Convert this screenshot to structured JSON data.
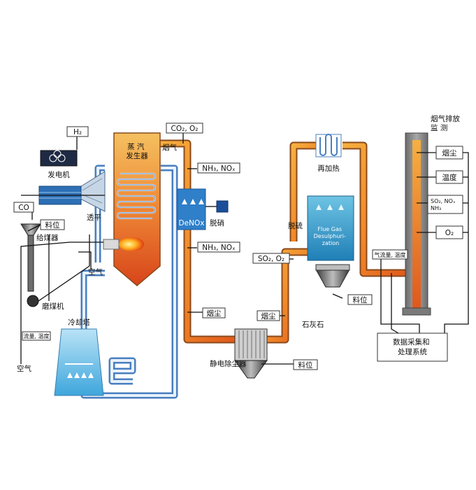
{
  "labels": {
    "h2": "H₂",
    "generator": "发电机",
    "co": "CO",
    "material_level_coal": "料位",
    "coal_feeder": "给煤器",
    "turbine": "透平",
    "air_burner": "空气",
    "coal_mill": "磨煤机",
    "flow_temp_left": "流量, 温度",
    "air_inlet": "空气",
    "cooling_tower": "冷却塔",
    "steam_generator": "蒸 汽\n发生器",
    "flue_gas": "烟气",
    "co_o2": "CO₂, O₂",
    "nh3_nox_1": "NH₃, NOₓ",
    "denox": "DeNOx",
    "denitration": "脱硝",
    "nh3_nox_2": "NH₃, NOₓ",
    "dust_1": "烟尘",
    "esp": "静电除尘器",
    "material_level_esp": "料位",
    "dust_2": "烟尘",
    "so2_o2": "SO₂, O₂",
    "desulfurization": "脱硫",
    "fgd": "Flue Gas\nDesulphuri-\nzation",
    "limestone": "石灰石",
    "material_level_fgd": "料位",
    "reheat": "再加热",
    "flow_temp_right": "气流量, 温度",
    "stack_title": "烟气排放\n监    测",
    "stack_dust": "烟尘",
    "stack_temp": "温度",
    "stack_so2": "SO₂, NOₓ\nNH₃",
    "stack_o2": "O₂",
    "daq": "数据采集和\n处理系统"
  },
  "colors": {
    "water_pipe": "#4a7fbf",
    "flue_pipe_hot": "#e0581c",
    "flue_pipe_warm": "#f4a030",
    "boiler_top": "#f2b55a",
    "boiler_bottom": "#e05a20",
    "denox_blue": "#2f7fc9",
    "fgd_teal": "#2b98c8",
    "cooling_tower": "#56b7e6",
    "stack": "#8a8a8a"
  }
}
